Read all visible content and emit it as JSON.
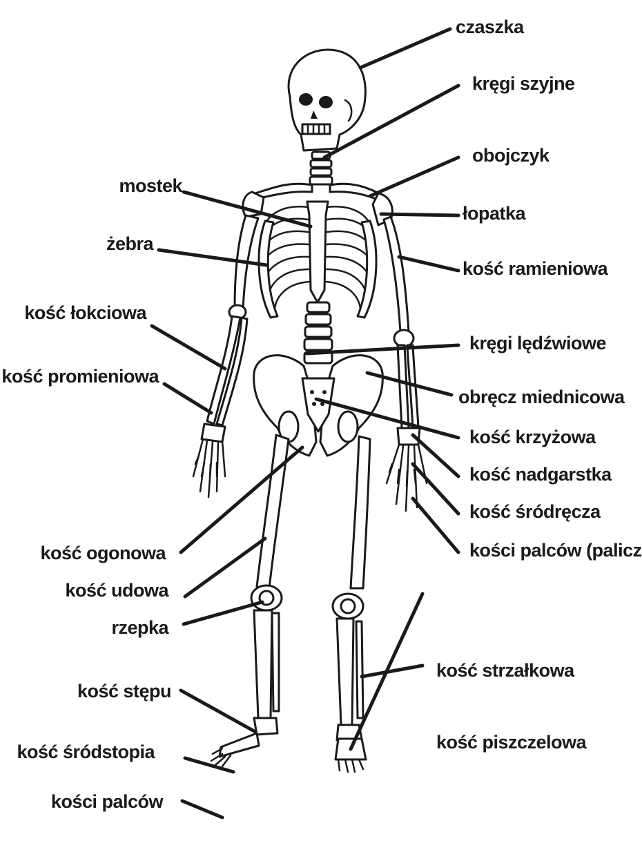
{
  "diagram": {
    "labels": {
      "czaszka": "czaszka",
      "kregi_szyjne": "kręgi szyjne",
      "obojczyk": "obojczyk",
      "lopatka": "łopatka",
      "kosc_ramieniowa": "kość ramieniowa",
      "kregi_ledzwiowe": "kręgi lędźwiowe",
      "obrecz_miednicowa": "obręcz miednicowa",
      "kosc_krzyzowa": "kość krzyżowa",
      "kosc_nadgarstka": "kość nadgarstka",
      "kosc_srodrecza": "kość śródręcza",
      "kosci_palcow_paliczki": "kości palców (paliczki)",
      "mostek": "mostek",
      "zebra": "żebra",
      "kosc_lokciowa": "kość łokciowa",
      "kosc_promieniowa": "kość promieniowa",
      "kosc_ogonowa": "kość ogonowa",
      "kosc_udowa": "kość udowa",
      "rzepka": "rzepka",
      "kosc_strzalkowa": "kość strzałkowa",
      "kosc_piszczelowa": "kość piszczelowa",
      "kosc_stepu": "kość stępu",
      "kosc_srodstopia": "kość śródstopia",
      "kosci_palcow": "kości palców"
    }
  }
}
